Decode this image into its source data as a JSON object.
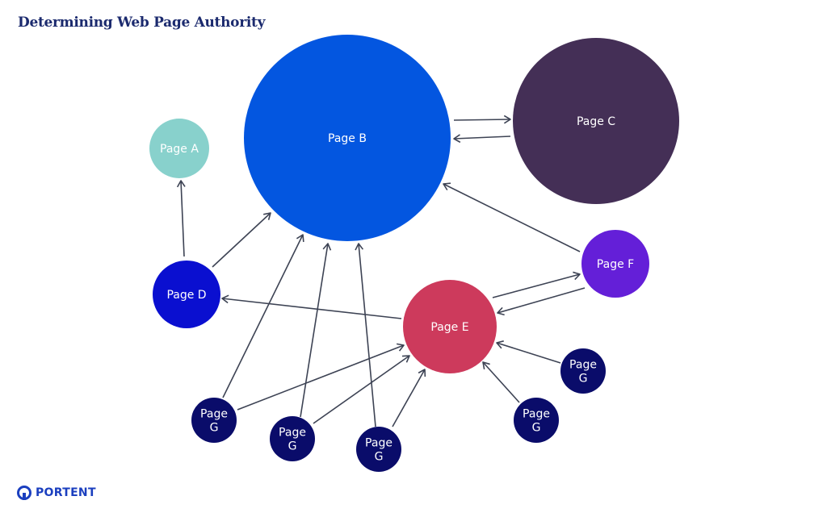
{
  "title": "Determining Web Page Authority",
  "brand": {
    "name": "PORTENT",
    "logo_icon": "portent-logo-icon",
    "color": "#1b3fbf"
  },
  "colors": {
    "arrow": "#3d4354",
    "page_a": "#88d1cc",
    "page_b": "#0356e0",
    "page_c": "#442f56",
    "page_d": "#0a0fd0",
    "page_e": "#cd3a5c",
    "page_f": "#641fd8",
    "page_g": "#0a0c6a"
  },
  "nodes": [
    {
      "id": "page-a",
      "label": "Page A"
    },
    {
      "id": "page-b",
      "label": "Page B"
    },
    {
      "id": "page-c",
      "label": "Page C"
    },
    {
      "id": "page-d",
      "label": "Page D"
    },
    {
      "id": "page-e",
      "label": "Page E"
    },
    {
      "id": "page-f",
      "label": "Page F"
    },
    {
      "id": "page-g-1",
      "label": [
        "Page",
        "G"
      ]
    },
    {
      "id": "page-g-2",
      "label": [
        "Page",
        "G"
      ]
    },
    {
      "id": "page-g-3",
      "label": [
        "Page",
        "G"
      ]
    },
    {
      "id": "page-g-4",
      "label": [
        "Page",
        "G"
      ]
    },
    {
      "id": "page-g-5",
      "label": [
        "Page",
        "G"
      ]
    }
  ],
  "links": [
    {
      "from": "page-b",
      "to": "page-c"
    },
    {
      "from": "page-c",
      "to": "page-b"
    },
    {
      "from": "page-d",
      "to": "page-a"
    },
    {
      "from": "page-d",
      "to": "page-b"
    },
    {
      "from": "page-e",
      "to": "page-d"
    },
    {
      "from": "page-f",
      "to": "page-b"
    },
    {
      "from": "page-e",
      "to": "page-f"
    },
    {
      "from": "page-f",
      "to": "page-e"
    },
    {
      "from": "page-g-1",
      "to": "page-b"
    },
    {
      "from": "page-g-2",
      "to": "page-b"
    },
    {
      "from": "page-g-3",
      "to": "page-b"
    },
    {
      "from": "page-g-1",
      "to": "page-e"
    },
    {
      "from": "page-g-2",
      "to": "page-e"
    },
    {
      "from": "page-g-3",
      "to": "page-e"
    },
    {
      "from": "page-g-4",
      "to": "page-e"
    },
    {
      "from": "page-g-5",
      "to": "page-e"
    }
  ]
}
